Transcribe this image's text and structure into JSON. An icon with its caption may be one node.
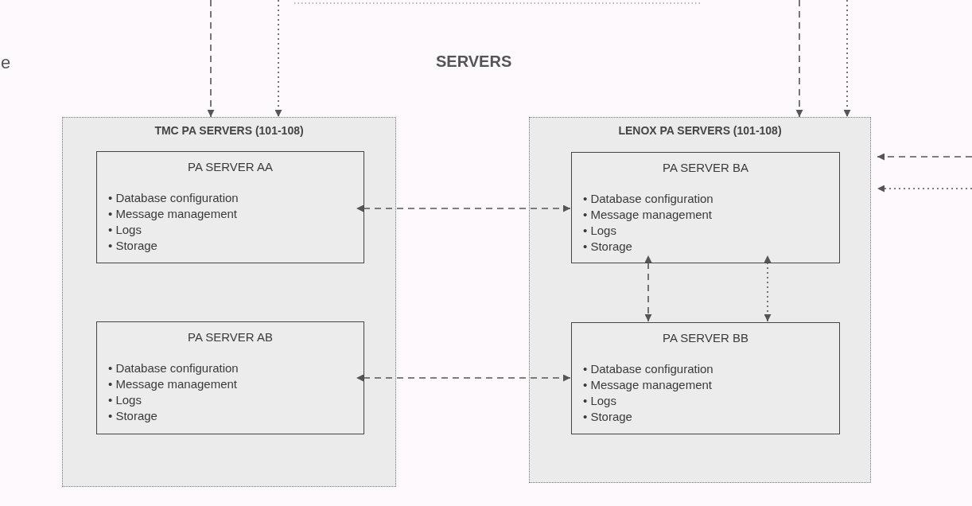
{
  "diagram": {
    "title": "SERVERS",
    "nodes": [
      {
        "text": [
          "TMC PA SERVERS (101-108)"
        ]
      },
      {
        "text": [
          "PA SERVER AA",
          "• Database configuration",
          "• Message management",
          "• Logs",
          "• Storage"
        ],
        "in": 0
      },
      {
        "text": [
          "PA SERVER AB",
          "• Database configuration",
          "• Message management",
          "• Logs",
          "• Storage"
        ],
        "in": 0
      },
      {
        "text": [
          "LENOX PA SERVERS (101-108)"
        ]
      },
      {
        "text": [
          "PA SERVER BA",
          "• Database configuration",
          "• Message management",
          "• Logs",
          "• Storage"
        ],
        "in": 3
      },
      {
        "text": [
          "PA SERVER BB",
          "• Database configuration",
          "• Message management",
          "• Logs",
          "• Storage"
        ],
        "in": 3
      }
    ],
    "edges": [
      {
        "from": null,
        "to": 0,
        "arrow": "to",
        "style": "dashed"
      },
      {
        "from": null,
        "to": 0,
        "arrow": "to"
      },
      {
        "from": null,
        "to": 3,
        "arrow": "to",
        "style": "dashed"
      },
      {
        "from": null,
        "to": 3,
        "arrow": "to"
      },
      {
        "from": null,
        "to": 3,
        "arrow": "to",
        "style": "dashed"
      },
      {
        "from": null,
        "to": 3,
        "arrow": "to"
      },
      {
        "from": 1,
        "to": 4,
        "arrow": "both",
        "style": "dashed"
      },
      {
        "from": 2,
        "to": 5,
        "arrow": "both",
        "style": "dashed"
      },
      {
        "from": 4,
        "to": 5,
        "arrow": "both",
        "style": "dashed"
      },
      {
        "from": 4,
        "to": 5,
        "arrow": "both"
      }
    ],
    "labels": [
      "e"
    ]
  }
}
